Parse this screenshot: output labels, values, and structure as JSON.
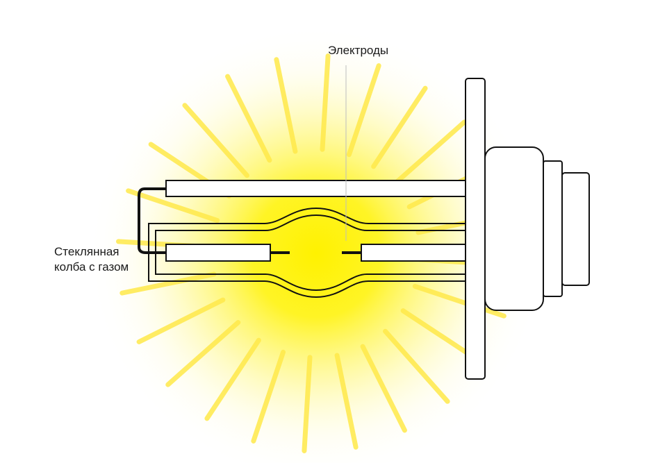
{
  "labels": {
    "electrodes": "Электроды",
    "bulb_line1": "Стеклянная",
    "bulb_line2": "колба с газом"
  },
  "colors": {
    "glow": "#fff200",
    "ray": "#ffe94a",
    "outline": "#111111",
    "fill": "#ffffff",
    "leader": "#bdbdbd"
  }
}
